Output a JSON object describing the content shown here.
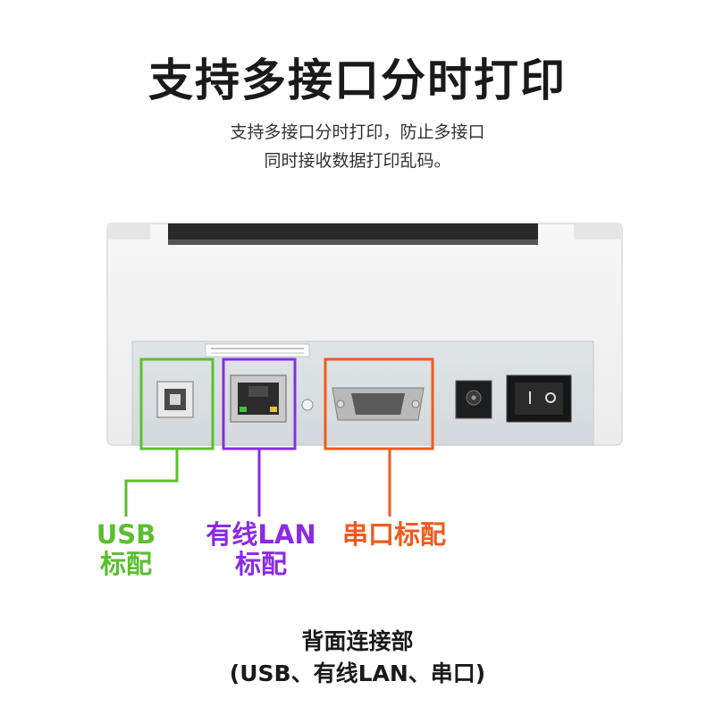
{
  "header": {
    "title": "支持多接口分时打印",
    "subtitle_line1": "支持多接口分时打印，防止多接口",
    "subtitle_line2": "同时接收数据打印乱码。"
  },
  "ports": {
    "usb": {
      "line1": "USB",
      "line2": "标配",
      "color": "#5bbf2e"
    },
    "lan": {
      "line1": "有线LAN",
      "line2": "标配",
      "color": "#8a2be2"
    },
    "serial": {
      "line1": "串口标配",
      "color": "#f05a1e"
    }
  },
  "footer": {
    "line1": "背面连接部",
    "line2": "(USB、有线LAN、串口)"
  }
}
